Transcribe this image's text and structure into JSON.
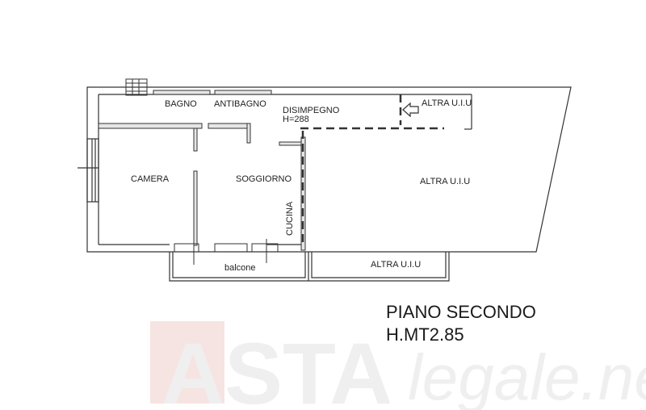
{
  "rooms": {
    "bagno": "BAGNO",
    "antibagno": "ANTIBAGNO",
    "disimpegno": "DISIMPEGNO",
    "disimpegno_height": "H=288",
    "camera": "CAMERA",
    "soggiorno": "SOGGIORNO",
    "cucina": "CUCINA",
    "balcone": "balcone",
    "altra_top": "ALTRA U.I.U",
    "altra_right": "ALTRA U.I.U",
    "altra_bottom": "ALTRA U.I.U"
  },
  "title": {
    "line1": "PIANO SECONDO",
    "line2": "H.MT2.85"
  },
  "watermark": {
    "brand": "ASTA",
    "domain": "legale.ne",
    "color": "#c0392b"
  },
  "colors": {
    "line": "#333333",
    "wall_fill": "#e6e6e6"
  }
}
